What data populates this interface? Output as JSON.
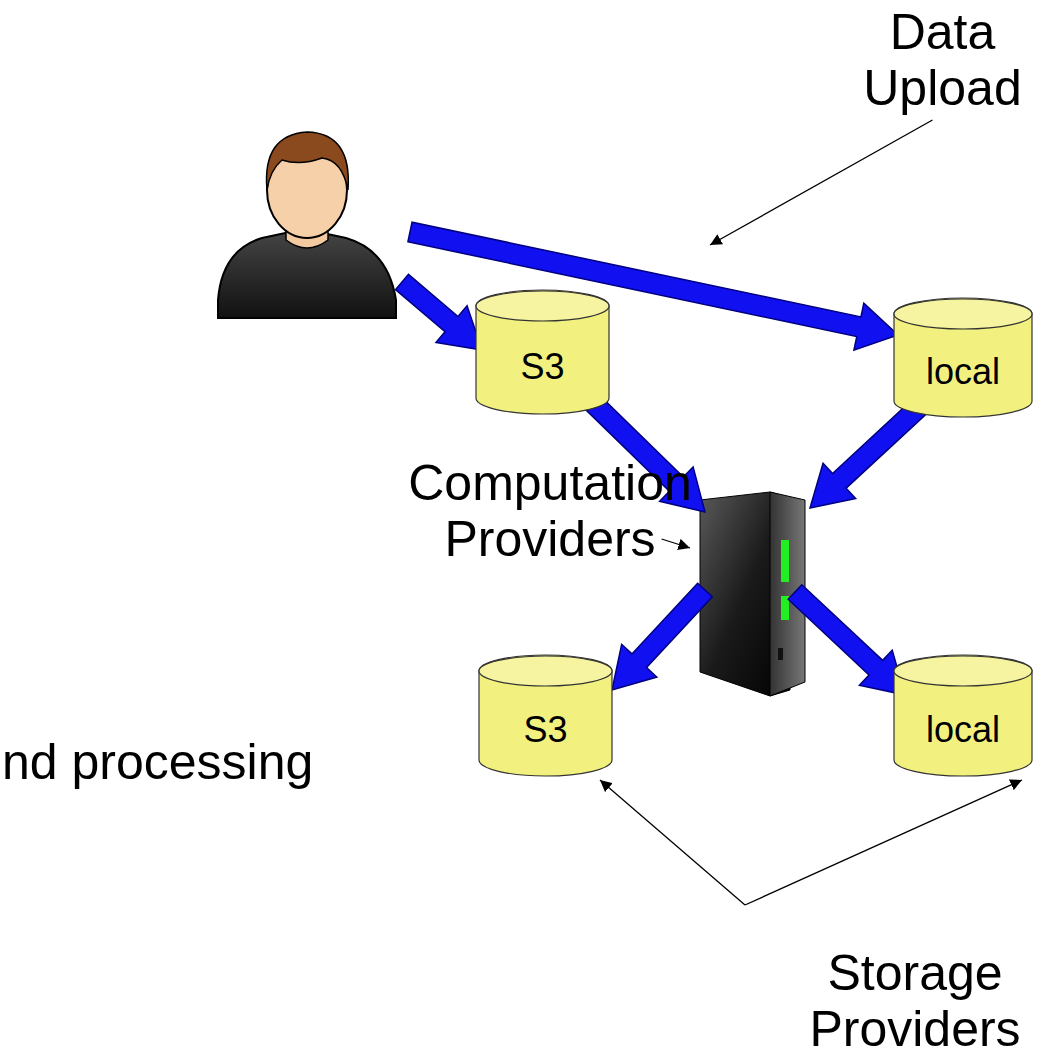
{
  "diagram": {
    "nodes": [
      {
        "text": [
          "S3"
        ]
      },
      {
        "text": [
          "local"
        ]
      },
      {
        "text": [
          "S3"
        ]
      },
      {
        "text": [
          "local"
        ]
      }
    ],
    "labels": [
      "Data Upload",
      "Computation Providers",
      "nd processing",
      "Storage Providers"
    ]
  }
}
